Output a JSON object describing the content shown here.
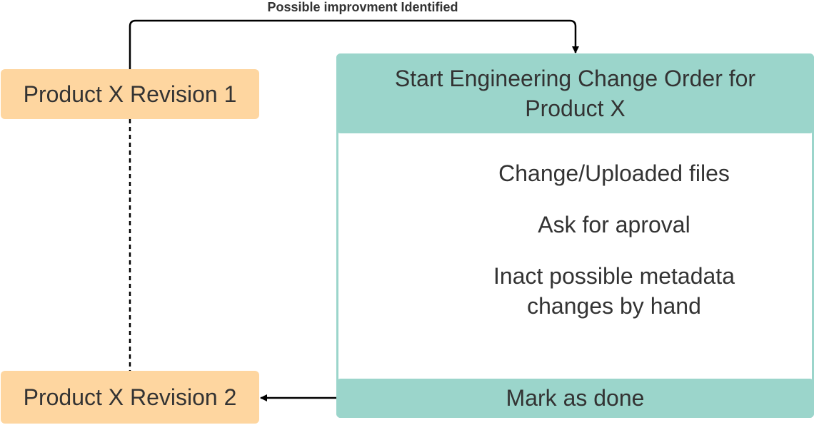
{
  "diagram": {
    "top_edge_label": "Possible improvment Identified",
    "revision_1": "Product X Revision 1",
    "revision_2": "Product X Revision 2",
    "eco_title": "Start Engineering Change Order for Product X",
    "steps": [
      "Change/Uploaded files",
      "Ask for aproval",
      "Inact possible metadata changes by hand"
    ],
    "done_label": "Mark as done"
  },
  "colors": {
    "revision_fill": "#fed6a0",
    "eco_fill": "#9bd5cb",
    "text": "#333333",
    "line": "#000000"
  }
}
